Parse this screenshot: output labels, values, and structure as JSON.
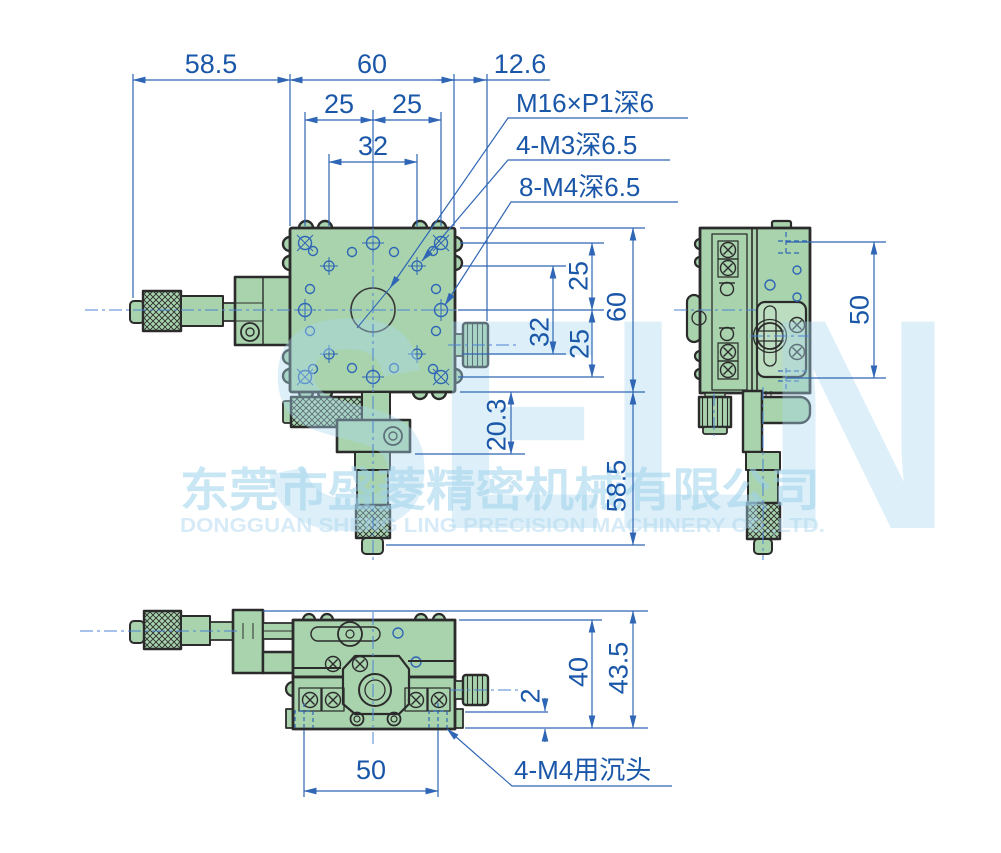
{
  "watermark": {
    "logo": "SELN",
    "company_cn": "东莞市盛菱精密机械有限公司",
    "company_en": "DONGGUAN SHENG LING PRECISION MACHINERY CO.,LTD."
  },
  "colors": {
    "part_fill": "#a8d3ad",
    "part_fill_light": "#bcddc0",
    "outline": "#2b2b2b",
    "dimension_line": "#2f66b5",
    "dimension_text": "#1a57a8",
    "watermark_blue": "#a9d9ef"
  },
  "views": {
    "front": {
      "dims": {
        "w_left": "58.5",
        "w_plate": "60",
        "w_knob": "12.6",
        "t25a": "25",
        "t25b": "25",
        "t32": "32",
        "r25a": "25",
        "r25b": "25",
        "r32": "32",
        "r60": "60",
        "r203": "20.3",
        "r585": "58.5"
      },
      "callouts": {
        "center_hole": "M16×P1深6",
        "m3_holes": "4-M3深6.5",
        "m4_holes": "8-M4深6.5"
      }
    },
    "side": {
      "dims": {
        "h50": "50"
      }
    },
    "bottom": {
      "dims": {
        "d2": "2",
        "d40": "40",
        "d435": "43.5",
        "d50": "50"
      },
      "callouts": {
        "countersunk": "4-M4用沉头"
      }
    }
  }
}
